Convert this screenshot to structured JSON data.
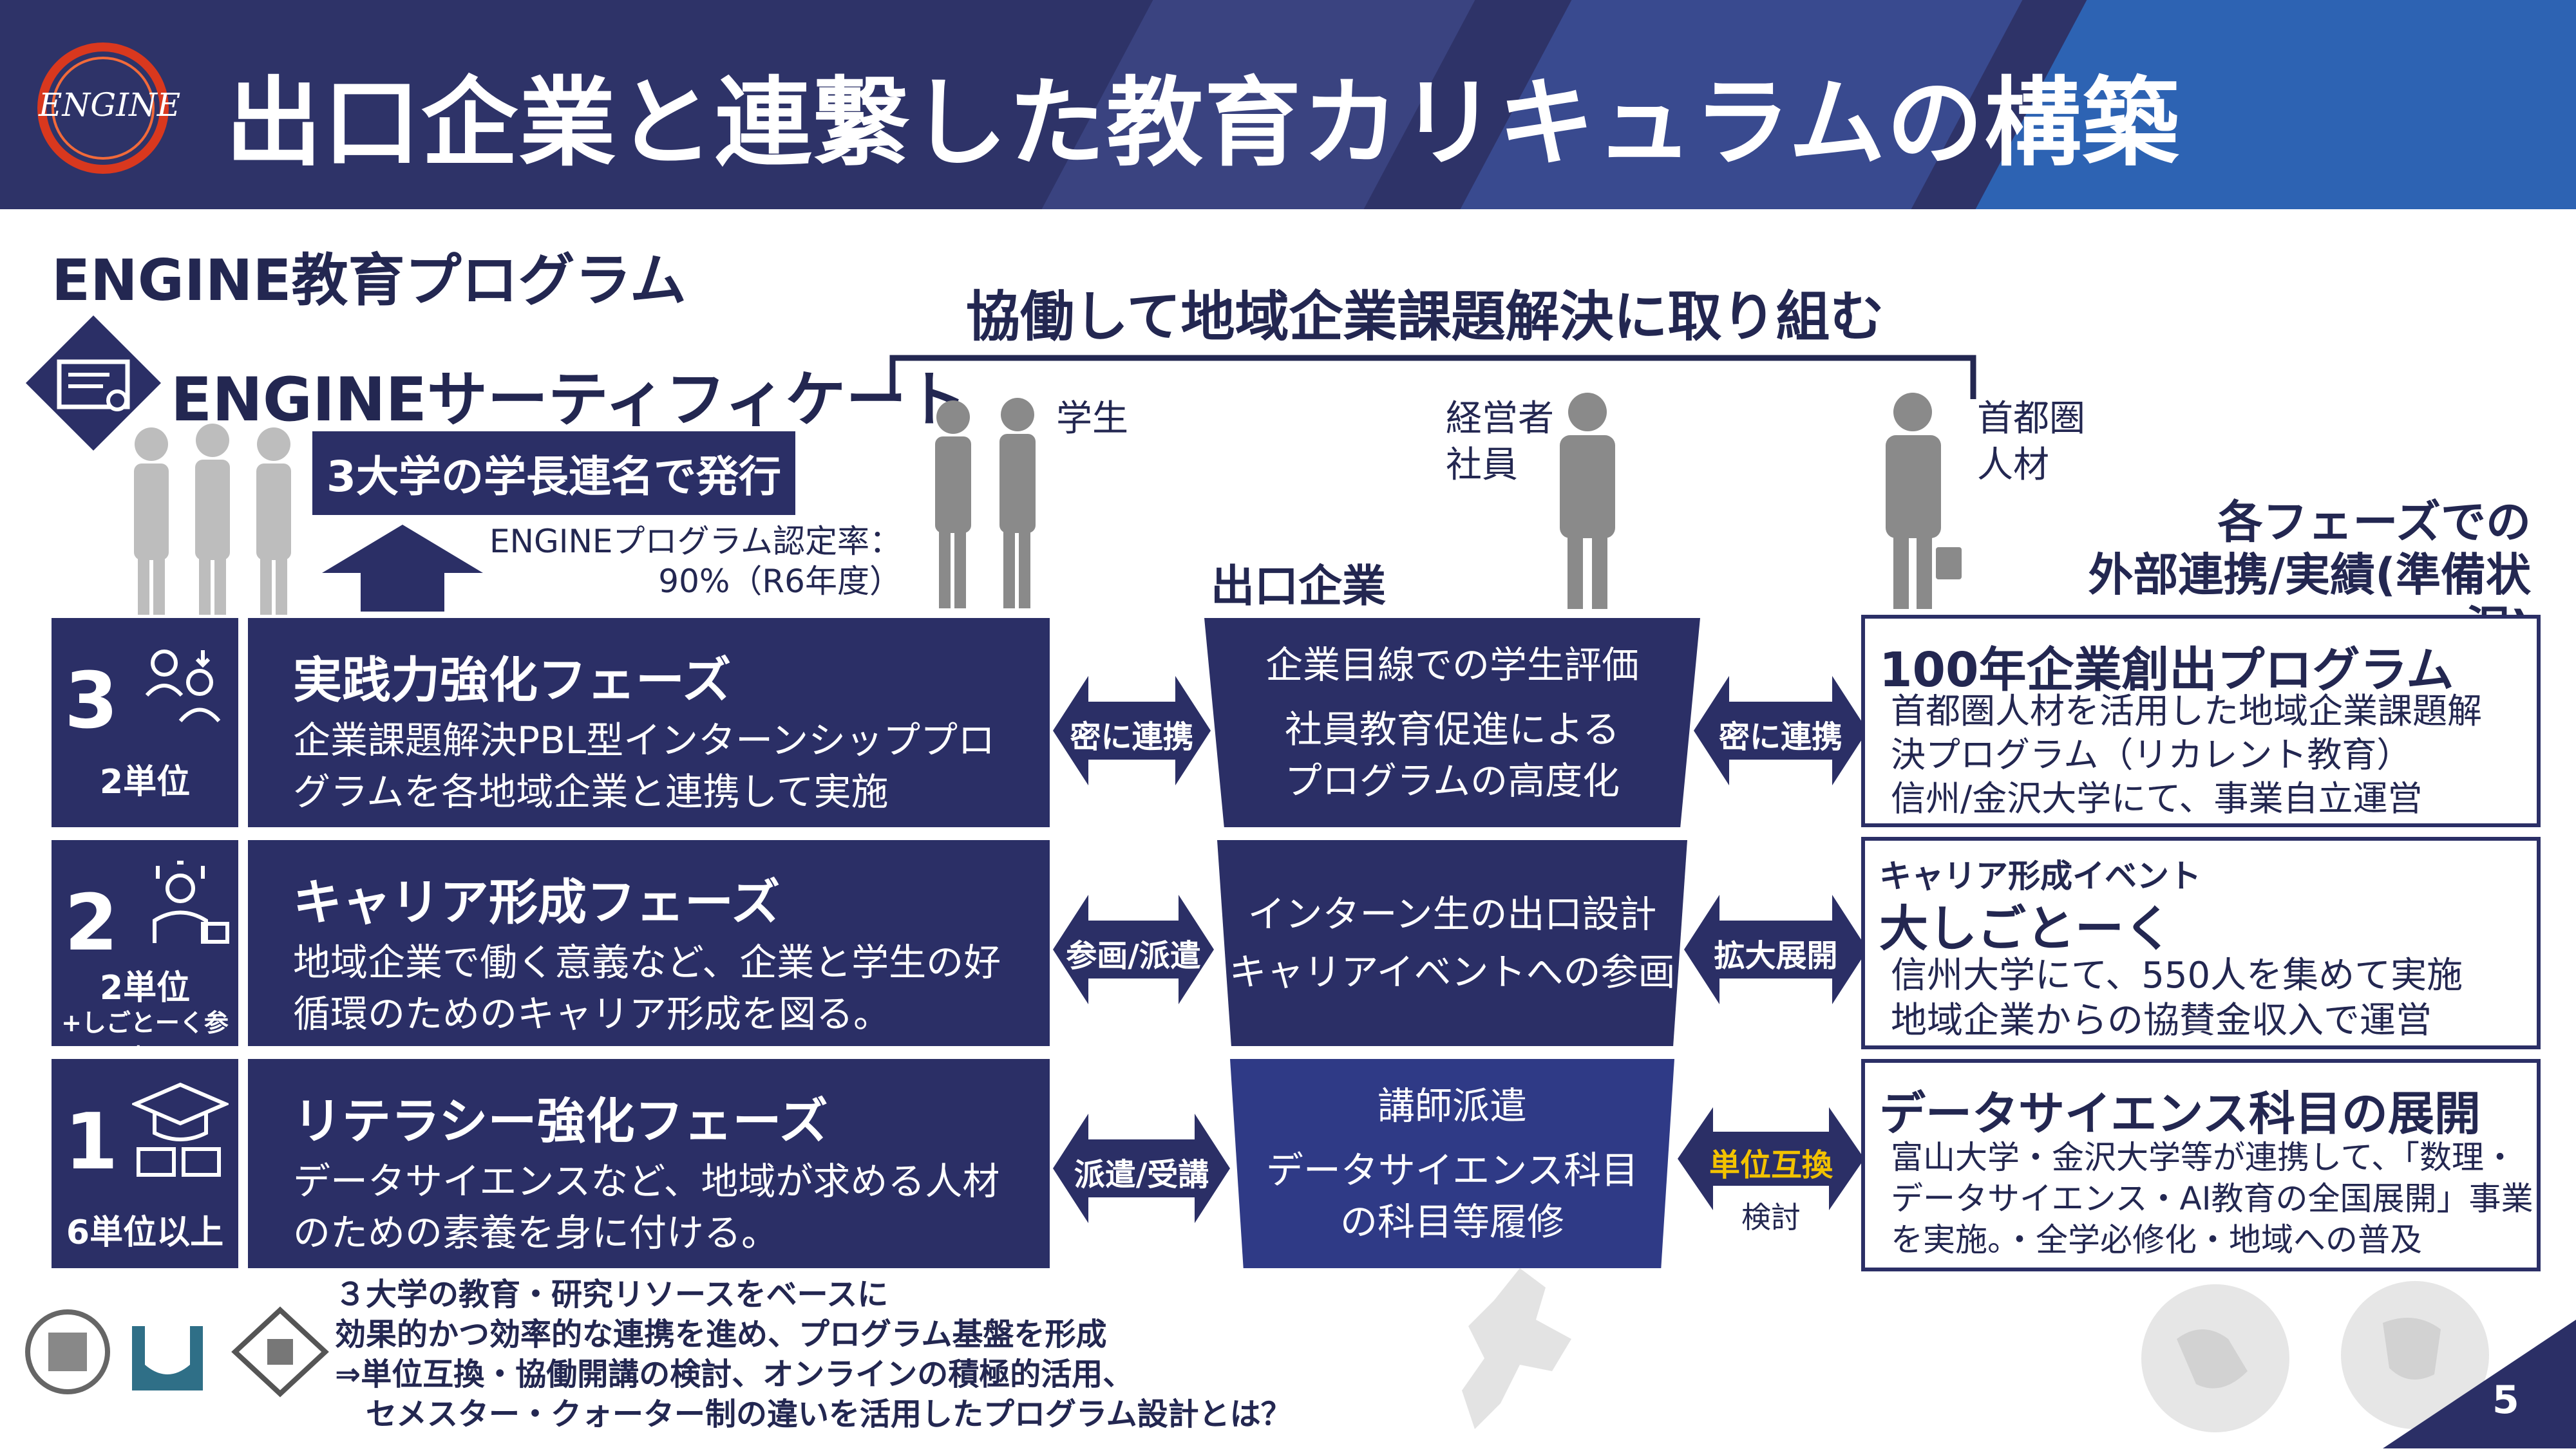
{
  "header": {
    "logo_text": "ENGINE",
    "title": "出口企業と連繋した教育カリキュラムの構築"
  },
  "program": {
    "title": "ENGINE教育プログラム",
    "certificate_label": "ENGINEサーティフィケート",
    "issue_label": "3大学の学長連名で発行",
    "rate_line1": "ENGINEプログラム認定率：",
    "rate_line2": "90%（R6年度）"
  },
  "collaboration": {
    "title": "協働して地域企業課題解決に取り組む",
    "student_label": "学生",
    "manager_label_line1": "経営者",
    "manager_label_line2": "社員",
    "metro_label_line1": "首都圏",
    "metro_label_line2": "人材",
    "exit_company_label": "出口企業"
  },
  "external_heading": {
    "line1": "各フェーズでの",
    "line2": "外部連携/実績(準備状況)"
  },
  "phases": [
    {
      "number": "3",
      "credits": "2単位",
      "credits_note": "",
      "title": "実践力強化フェーズ",
      "desc_line1": "企業課題解決PBL型インターンシッププロ",
      "desc_line2": "グラムを各地域企業と連携して実施",
      "left_arrow": "密に連携",
      "center_line1": "企業目線での学生評価",
      "center_line2": "社員教育促進による",
      "center_line3": "プログラムの高度化",
      "right_arrow": "密に連携",
      "right_arrow_sub": "",
      "ext_small": "",
      "ext_title": "100年企業創出プログラム",
      "ext_line1": "首都圏人材を活用した地域企業課題解",
      "ext_line2": "決プログラム（リカレント教育）",
      "ext_line3": "信州/金沢大学にて、事業自立運営"
    },
    {
      "number": "2",
      "credits": "2単位",
      "credits_note": "+しごとーく参加",
      "title": "キャリア形成フェーズ",
      "desc_line1": "地域企業で働く意義など、企業と学生の好",
      "desc_line2": "循環のためのキャリア形成を図る。",
      "left_arrow": "参画/派遣",
      "center_line1": "インターン生の出口設計",
      "center_line2": "キャリアイベントへの参画",
      "center_line3": "",
      "right_arrow": "拡大展開",
      "right_arrow_sub": "",
      "ext_small": "キャリア形成イベント",
      "ext_title": "大しごとーく",
      "ext_line1": "信州大学にて、550人を集めて実施",
      "ext_line2": "地域企業からの協賛金収入で運営",
      "ext_line3": ""
    },
    {
      "number": "1",
      "credits": "6単位以上",
      "credits_note": "",
      "title": "リテラシー強化フェーズ",
      "desc_line1": "データサイエンスなど、地域が求める人材",
      "desc_line2": "のための素養を身に付ける。",
      "left_arrow": "派遣/受講",
      "center_line1": "講師派遣",
      "center_line2": "データサイエンス科目",
      "center_line3": "の科目等履修",
      "right_arrow": "単位互換",
      "right_arrow_sub": "検討",
      "ext_small": "",
      "ext_title": "データサイエンス科目の展開",
      "ext_line1": "富山大学・金沢大学等が連携して、「数理・",
      "ext_line2": "データサイエンス・AI教育の全国展開」事業",
      "ext_line3": "を実施。・全学必修化・地域への普及"
    }
  ],
  "bottom": {
    "line1": "３大学の教育・研究リソースをベースに",
    "line2": "効果的かつ効率的な連携を進め、プログラム基盤を形成",
    "line3": "⇒単位互換・協働開講の検討、オンラインの積極的活用、",
    "line4": "　セメスター・クォーター制の違いを活用したプログラム設計とは？"
  },
  "page_number": "5",
  "colors": {
    "navy": "#2b2f66",
    "header_bg": "#2e3368",
    "accent_yellow": "#f2c200",
    "logo_red": "#d9381e"
  }
}
